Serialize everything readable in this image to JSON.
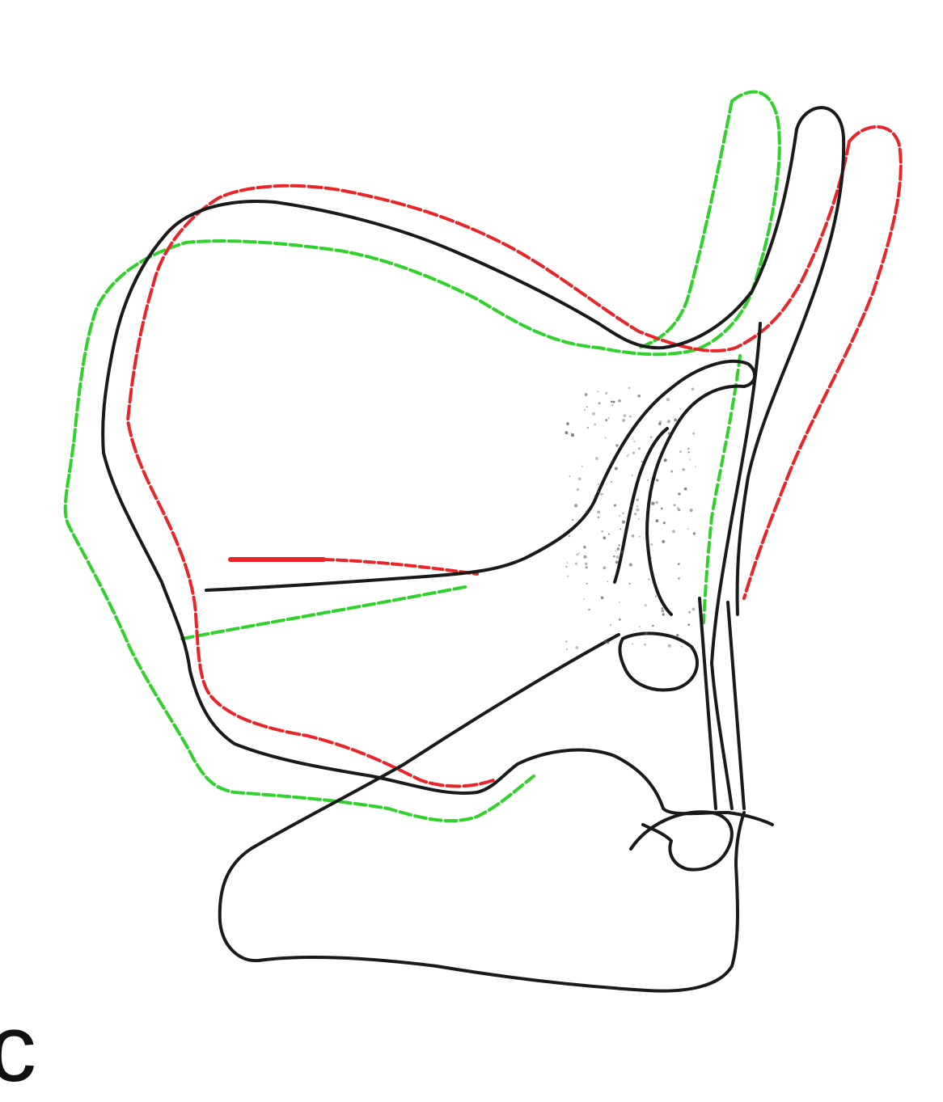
{
  "figure": {
    "panel_label": "c",
    "colors": {
      "black_outline": "#1a1a1a",
      "red_outline": "#e8262a",
      "green_outline": "#2fd12a",
      "shading": "#555555"
    },
    "outlines": [
      "black",
      "red",
      "green"
    ]
  }
}
